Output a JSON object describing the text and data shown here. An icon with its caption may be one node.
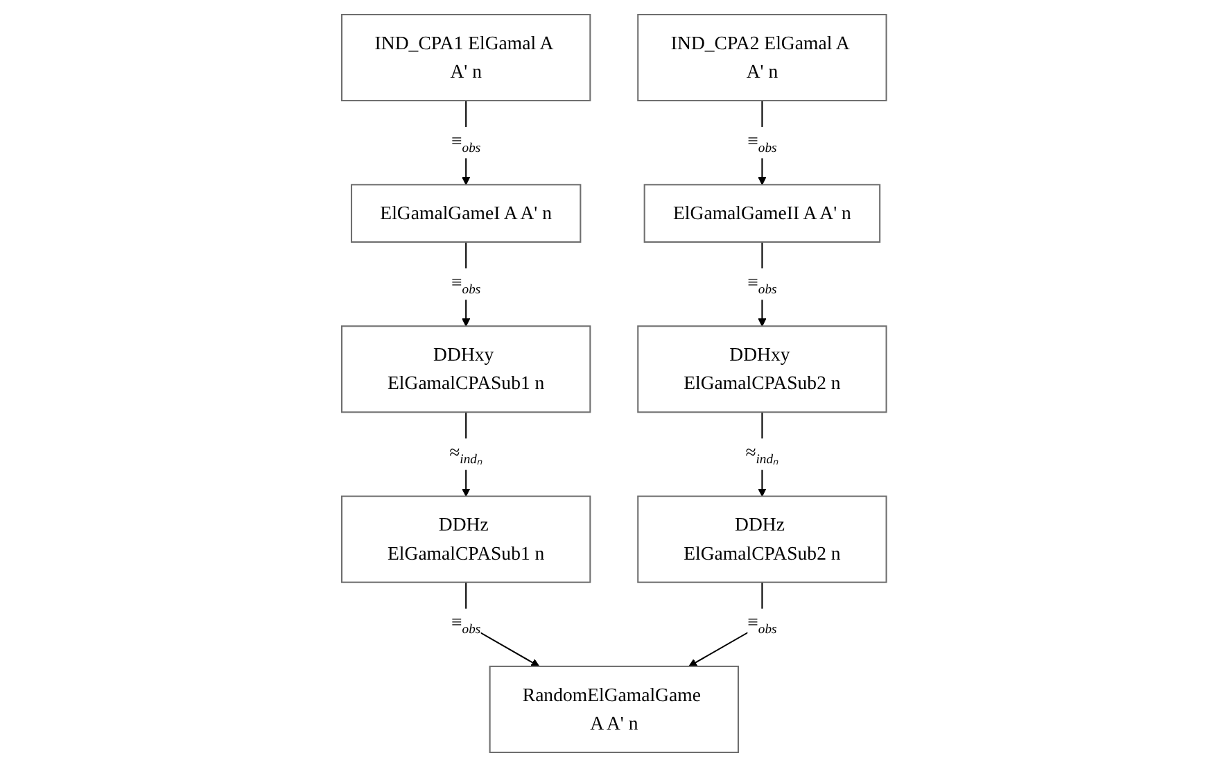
{
  "diagram": {
    "nodes": [
      {
        "text": [
          "IND_CPA1 ElGamal A A' n"
        ]
      },
      {
        "text": [
          "IND_CPA2 ElGamal A A' n"
        ]
      },
      {
        "text": [
          "ElGamalGameI A A' n"
        ]
      },
      {
        "text": [
          "ElGamalGameII A A' n"
        ]
      },
      {
        "text": [
          "DDHxy ElGamalCPASub1 n"
        ]
      },
      {
        "text": [
          "DDHxy ElGamalCPASub2 n"
        ]
      },
      {
        "text": [
          "DDHz ElGamalCPASub1 n"
        ]
      },
      {
        "text": [
          "DDHz ElGamalCPASub2 n"
        ]
      },
      {
        "text": [
          "RandomElGamalGame A A' n"
        ]
      }
    ],
    "edges": [
      {
        "from": 0,
        "to": 2,
        "arrow": "to",
        "label": "≡$_{obs}$"
      },
      {
        "from": 2,
        "to": 4,
        "arrow": "to",
        "label": "≡$_{obs}$"
      },
      {
        "from": 4,
        "to": 6,
        "arrow": "to",
        "label": "≈$_{indₙ}$"
      },
      {
        "from": 1,
        "to": 3,
        "arrow": "to",
        "label": "≡$_{obs}$"
      },
      {
        "from": 3,
        "to": 5,
        "arrow": "to",
        "label": "≡$_{obs}$"
      },
      {
        "from": 5,
        "to": 7,
        "arrow": "to",
        "label": "≈$_{indₙ}$"
      },
      {
        "from": 6,
        "to": 8,
        "arrow": "to",
        "label": "≡$_{obs}$"
      },
      {
        "from": 7,
        "to": 8,
        "arrow": "to",
        "label": "≡$_{obs}$"
      }
    ]
  }
}
